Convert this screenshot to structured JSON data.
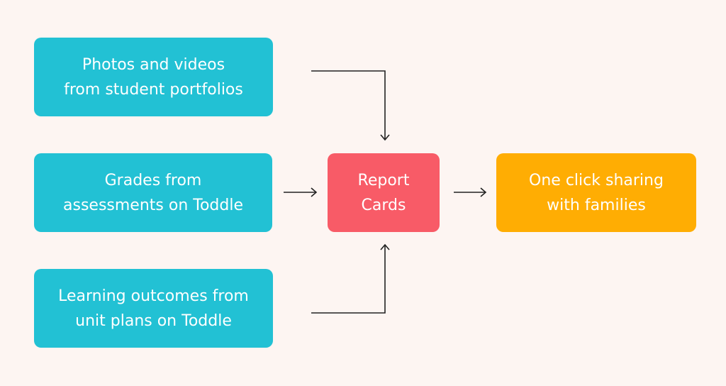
{
  "sources": [
    {
      "lines": [
        "Photos and videos",
        "from student portfolios"
      ]
    },
    {
      "lines": [
        "Grades from",
        "assessments on Toddle"
      ]
    },
    {
      "lines": [
        "Learning outcomes from",
        "unit plans on Toddle"
      ]
    }
  ],
  "hub": {
    "lines": [
      "Report",
      "Cards"
    ]
  },
  "output": {
    "lines": [
      "One click sharing",
      "with families"
    ]
  },
  "colors": {
    "source": "#22c1d4",
    "hub": "#f85b67",
    "output": "#ffad03",
    "background": "#fdf5f2",
    "arrow": "#222222"
  }
}
